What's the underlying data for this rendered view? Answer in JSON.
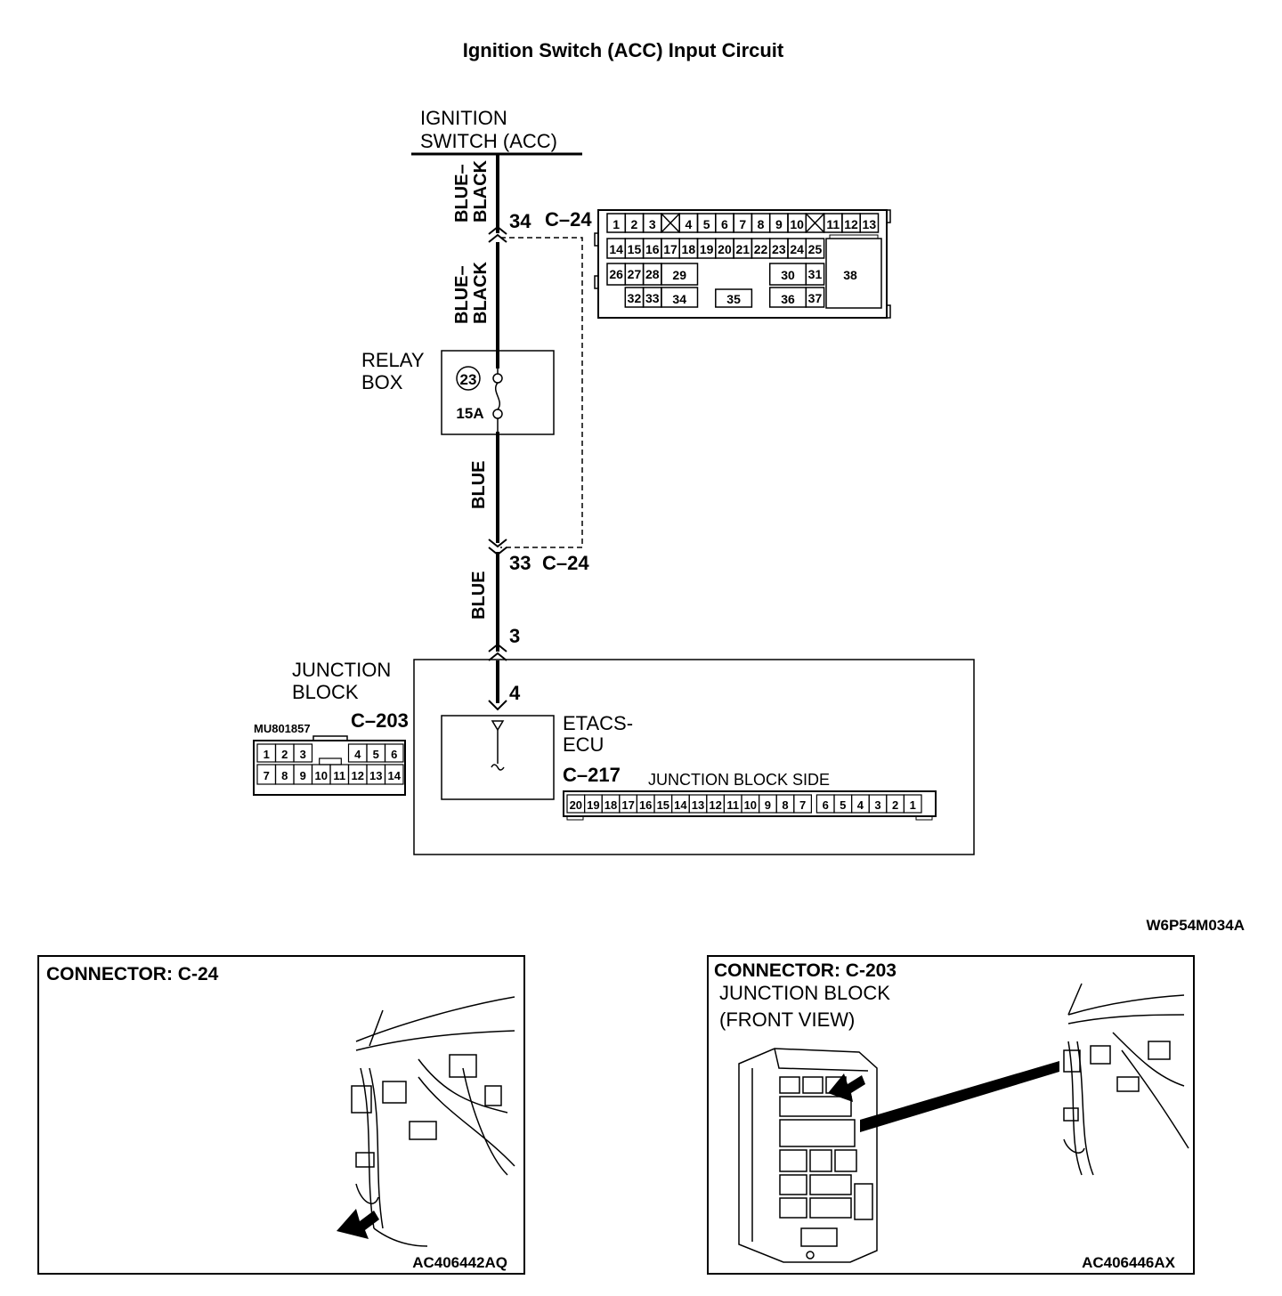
{
  "title": "Ignition Switch (ACC) Input Circuit",
  "source": {
    "line1": "IGNITION",
    "line2": "SWITCH (ACC)"
  },
  "wires": {
    "w1": [
      "BLUE–",
      "BLACK"
    ],
    "w2": [
      "BLUE–",
      "BLACK"
    ],
    "w3": "BLUE",
    "w4": "BLUE"
  },
  "connector_c24": {
    "label": "C–24",
    "top_pin": "34",
    "bottom_pin": "33",
    "bottom_label": "C–24",
    "row1": [
      "1",
      "2",
      "3",
      "4",
      "5",
      "6",
      "7",
      "8",
      "9",
      "10",
      "11",
      "12",
      "13"
    ],
    "row2": [
      "14",
      "15",
      "16",
      "17",
      "18",
      "19",
      "20",
      "21",
      "22",
      "23",
      "24",
      "25"
    ],
    "row3": [
      "26",
      "27",
      "28",
      "29",
      "30",
      "31"
    ],
    "row4": [
      "32",
      "33",
      "34",
      "35",
      "36",
      "37"
    ],
    "big": "38"
  },
  "relay_box": {
    "label1": "RELAY",
    "label2": "BOX",
    "fuse_no": "23",
    "rating": "15A"
  },
  "junction": {
    "label1": "JUNCTION",
    "label2": "BLOCK",
    "pin_in": "3",
    "pin_out": "4",
    "ecu1": "ETACS-",
    "ecu2": "ECU",
    "ecu_conn": "C–217",
    "side_label": "JUNCTION BLOCK SIDE",
    "c217_pins": [
      "20",
      "19",
      "18",
      "17",
      "16",
      "15",
      "14",
      "13",
      "12",
      "11",
      "10",
      "9",
      "8",
      "7",
      "6",
      "5",
      "4",
      "3",
      "2",
      "1"
    ]
  },
  "connector_c203": {
    "part_no": "MU801857",
    "label": "C–203",
    "row1": [
      "1",
      "2",
      "3",
      "4",
      "5",
      "6"
    ],
    "row2": [
      "7",
      "8",
      "9",
      "10",
      "11",
      "12",
      "13",
      "14"
    ]
  },
  "diagram_code": "W6P54M034A",
  "panel_left": {
    "title": "CONNECTOR: C-24",
    "code": "AC406442AQ"
  },
  "panel_right": {
    "title": "CONNECTOR: C-203",
    "sub1": "JUNCTION BLOCK",
    "sub2": "(FRONT VIEW)",
    "code": "AC406446AX"
  }
}
